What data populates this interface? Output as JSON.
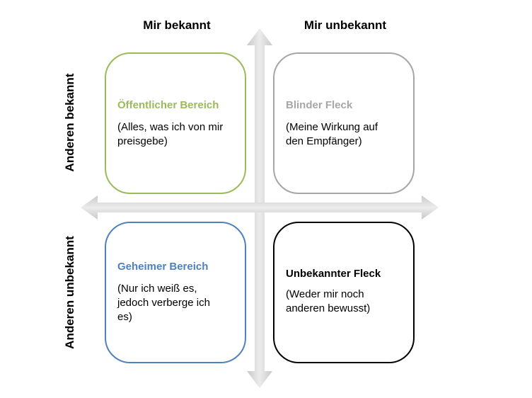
{
  "columns": {
    "known_to_self": "Mir bekannt",
    "unknown_to_self": "Mir unbekannt"
  },
  "rows": {
    "known_to_others": "Anderen bekannt",
    "unknown_to_others": "Anderen unbekannt"
  },
  "quadrants": {
    "public": {
      "title": "Öffentlicher Bereich",
      "description": "(Alles, was ich von mir\npreisgebe)",
      "color": "#9bbb59"
    },
    "blind": {
      "title": "Blinder Fleck",
      "description": "(Meine Wirkung auf\nden Empfänger)",
      "color": "#a6a6a6"
    },
    "hidden": {
      "title": "Geheimer Bereich",
      "description": "(Nur ich weiß es,\njedoch verberge ich\nes)",
      "color": "#4f81bd"
    },
    "unknown": {
      "title": "Unbekannter Fleck",
      "description": "(Weder mir noch\nanderen bewusst)",
      "color": "#000000"
    }
  }
}
